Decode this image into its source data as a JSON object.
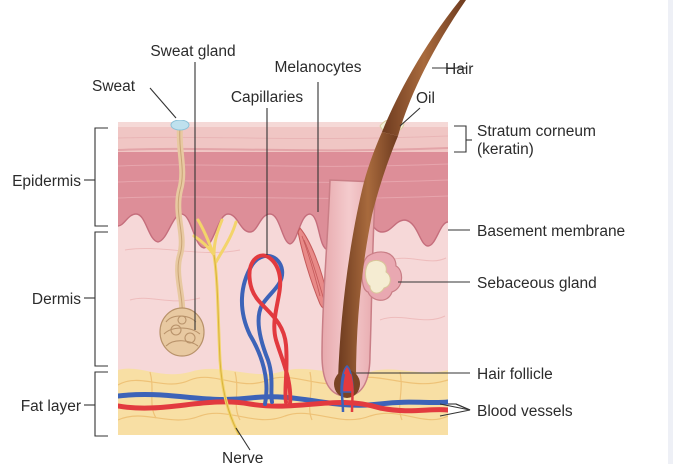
{
  "labels": {
    "sweat_gland": "Sweat gland",
    "sweat": "Sweat",
    "melanocytes": "Melanocytes",
    "capillaries": "Capillaries",
    "hair": "Hair",
    "oil": "Oil",
    "stratum_line1": "Stratum corneum",
    "stratum_line2": "(keratin)",
    "epidermis": "Epidermis",
    "basement_membrane": "Basement membrane",
    "dermis": "Dermis",
    "sebaceous_gland": "Sebaceous gland",
    "hair_follicle": "Hair follicle",
    "fat_layer": "Fat layer",
    "blood_vessels": "Blood vessels",
    "nerve": "Nerve"
  },
  "colors": {
    "stratum": "#f0c6c4",
    "epidermis": "#dd8e98",
    "dermis": "#f6d8d8",
    "fat": "#f8dfa4",
    "hair": "#8a4f2c",
    "artery": "#e23a3f",
    "vein": "#3d63b8",
    "nerve": "#f3d46a",
    "sweat_gland": "#e8c9a1"
  }
}
